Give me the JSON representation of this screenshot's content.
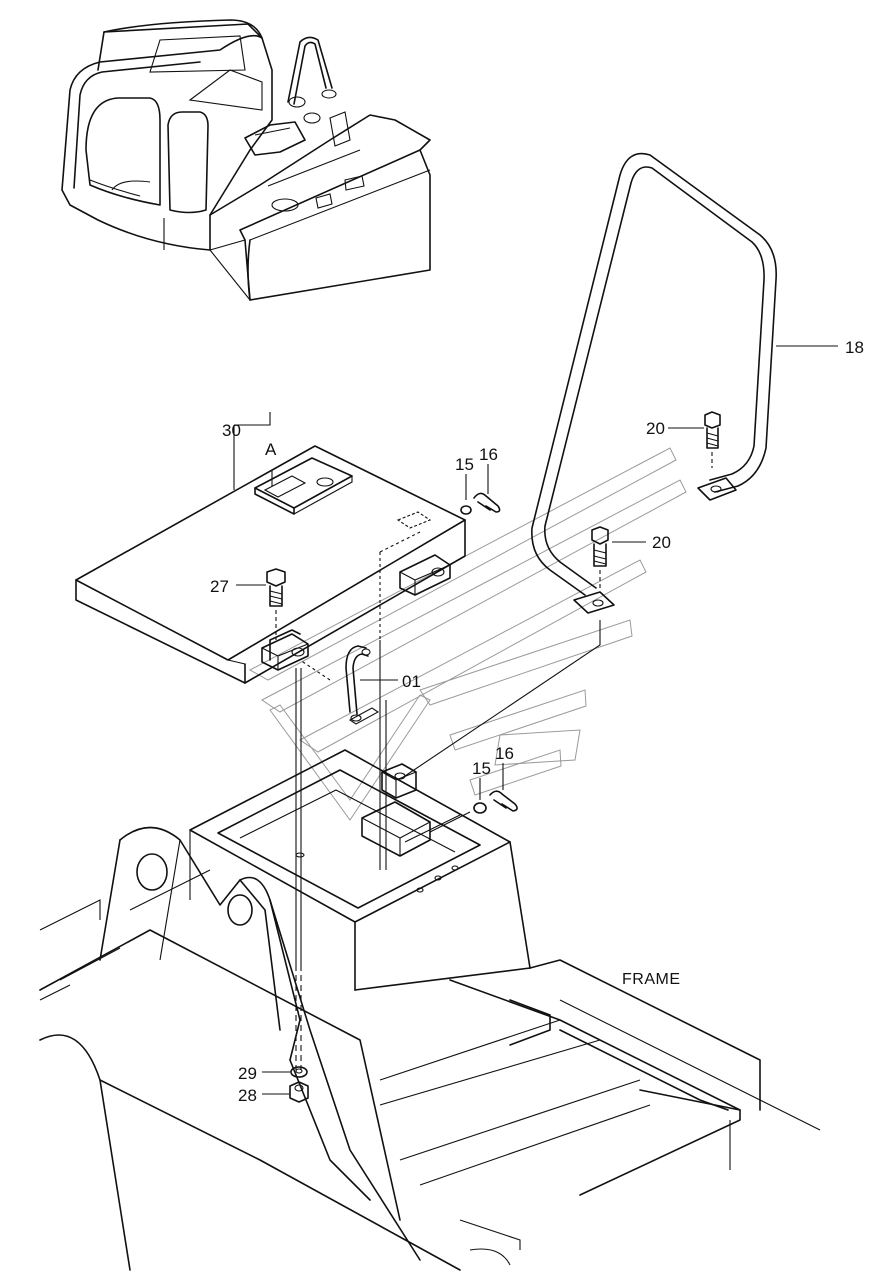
{
  "callouts": {
    "p30": "30",
    "pA": "A",
    "p15a": "15",
    "p16a": "16",
    "p18": "18",
    "p20a": "20",
    "p20b": "20",
    "p27": "27",
    "p01": "01",
    "p15b": "15",
    "p16b": "16",
    "p29": "29",
    "p28": "28"
  },
  "frame_label": "FRAME"
}
